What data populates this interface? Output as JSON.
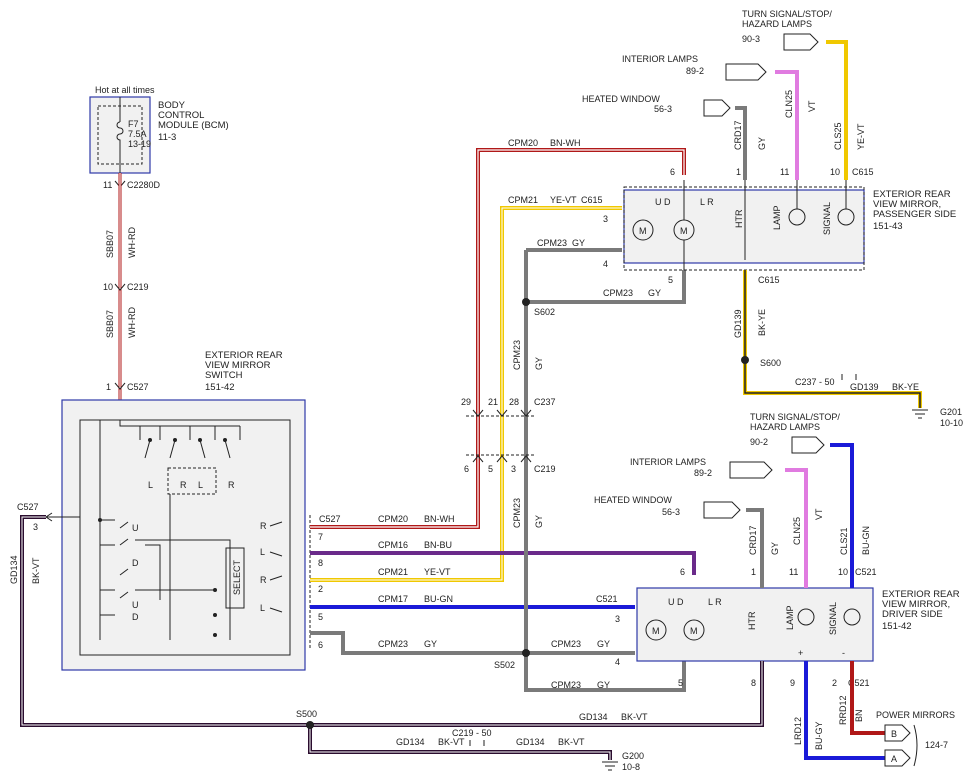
{
  "bcm": {
    "hot_label": "Hot at all times",
    "fuse_id": "F7",
    "fuse_rating": "7.5A",
    "fuse_ref": "13-19",
    "title_line1": "BODY",
    "title_line2": "CONTROL",
    "title_line3": "MODULE (BCM)",
    "title_ref": "11-3",
    "pin": "11",
    "connector": "C2280D"
  },
  "feed": {
    "circuit_a": "SBB07",
    "color_a": "WH-RD",
    "c219_pin": "10",
    "c219": "C219",
    "circuit_b": "SBB07",
    "color_b": "WH-RD",
    "c527_pin": "1",
    "c527": "C527"
  },
  "switch": {
    "title_line1": "EXTERIOR REAR",
    "title_line2": "VIEW MIRROR",
    "title_line3": "SWITCH",
    "title_ref": "151-42",
    "sel_l": "L",
    "sel_r": "R",
    "sel_r2": "R",
    "sel_l2": "L",
    "pos_u": "U",
    "pos_d": "D",
    "pos_u2": "U",
    "pos_d2": "D",
    "select_label": "SELECT",
    "out_r1": "R",
    "out_l1": "L",
    "out_r2": "R",
    "out_l2": "L",
    "left_conn": "C527",
    "left_pin": "3"
  },
  "switch_pins": [
    "7",
    "8",
    "2",
    "5",
    "6"
  ],
  "switch_conn": "C527",
  "wires": {
    "cpm20": "CPM20",
    "cpm20_color": "BN-WH",
    "cpm16": "CPM16",
    "cpm16_color": "BN-BU",
    "cpm21": "CPM21",
    "cpm21_color": "YE-VT",
    "cpm17": "CPM17",
    "cpm17_color": "BU-GN",
    "cpm23": "CPM23",
    "cpm23_color": "GY",
    "cpm23_b": "CPM23",
    "cpm23_b_color": "GY",
    "cpm23_c": "CPM23",
    "cpm23_c_color": "GY",
    "cpm23_d": "CPM23",
    "cpm23_d_color": "GY",
    "cpm23_v1": "CPM23",
    "cpm23_v1_color": "GY",
    "cpm23_v2": "CPM23",
    "cpm23_v2_color": "GY",
    "cpm20_top": "CPM20",
    "cpm20_top_color": "BN-WH",
    "cpm21_top": "CPM21",
    "cpm21_top_color": "YE-VT",
    "cpm21_top_conn": "C615",
    "cpm23_top": "CPM23",
    "cpm23_top_color": "GY",
    "cpm23_low": "CPM23",
    "cpm23_low_color": "GY",
    "cpm23_drv": "CPM23",
    "cpm23_drv_color": "GY",
    "cpm23_drv2": "CPM23",
    "cpm23_drv2_color": "GY"
  },
  "splices": {
    "s602": "S602",
    "s502": "S502",
    "s600": "S600",
    "s500": "S500"
  },
  "c237": {
    "pins": [
      "29",
      "21",
      "28"
    ],
    "label": "C237",
    "c219_pins": [
      "6",
      "5",
      "3"
    ],
    "c219_label": "C219"
  },
  "passenger": {
    "title_line1": "EXTERIOR REAR",
    "title_line2": "VIEW MIRROR,",
    "title_line3": "PASSENGER SIDE",
    "title_ref": "151-43",
    "ud": "U D",
    "lr": "L R",
    "htr": "HTR",
    "lamp": "LAMP",
    "signal": "SIGNAL",
    "c615": "C615",
    "pin6": "6",
    "pin3": "3",
    "pin4": "4",
    "pin5": "5",
    "pin1": "1",
    "pin11": "11",
    "pin10": "10",
    "conn_top": "C615",
    "conn_bottom": "C615",
    "heated_window": "HEATED WINDOW",
    "heated_ref": "56-3",
    "crd17": "CRD17",
    "crd17_color": "GY",
    "interior_lamps": "INTERIOR LAMPS",
    "interior_ref": "89-2",
    "cln25": "CLN25",
    "cln25_color": "VT",
    "turn_line1": "TURN SIGNAL/STOP/",
    "turn_line2": "HAZARD LAMPS",
    "turn_ref": "90-3",
    "cls25": "CLS25",
    "cls25_color": "YE-VT",
    "gd139": "GD139",
    "gd139_color": "BK-YE"
  },
  "ground_g201": {
    "c237": "C237 - 50",
    "wire": "GD139",
    "color": "BK-YE",
    "label": "G201",
    "ref": "10-10"
  },
  "driver": {
    "title_line1": "EXTERIOR REAR",
    "title_line2": "VIEW MIRROR,",
    "title_line3": "DRIVER SIDE",
    "title_ref": "151-42",
    "ud": "U D",
    "lr": "L R",
    "htr": "HTR",
    "lamp": "LAMP",
    "signal": "SIGNAL",
    "pin6": "6",
    "pin3": "3",
    "pin4": "4",
    "pin5": "5",
    "pin1": "1",
    "pin11": "11",
    "pin10": "10",
    "pin8": "8",
    "pin9": "9",
    "pin2": "2",
    "c521_top": "C521",
    "c521_left": "C521",
    "c521_bottom": "C521",
    "heated_window": "HEATED WINDOW",
    "heated_ref": "56-3",
    "crd17": "CRD17",
    "crd17_color": "GY",
    "interior_lamps": "INTERIOR LAMPS",
    "interior_ref": "89-2",
    "cln25": "CLN25",
    "cln25_color": "VT",
    "turn_line1": "TURN SIGNAL/STOP/",
    "turn_line2": "HAZARD LAMPS",
    "turn_ref": "90-2",
    "cls21": "CLS21",
    "cls21_color": "BU-GN",
    "plus": "+",
    "minus": "-",
    "lrd12": "LRD12",
    "lrd12_color": "BU-GY",
    "rrd12": "RRD12",
    "rrd12_color": "BN"
  },
  "power_mirrors": {
    "label": "POWER MIRRORS",
    "b": "B",
    "a": "A",
    "ref": "124-7"
  },
  "ground_g200": {
    "gd134_left": "GD134",
    "gd134_left_color": "BK-VT",
    "gd134_upper": "GD134",
    "gd134_upper_color": "BK-VT",
    "g_left_a": "GD134",
    "g_left_a_color": "BK-VT",
    "c219": "C219 - 50",
    "g_right": "GD134",
    "g_right_color": "BK-VT",
    "label": "G200",
    "ref": "10-8"
  },
  "colors": {
    "box_outline": "#2e3aa8",
    "bn_wh": "#b01818",
    "ye": "#f0c800",
    "gy": "#7a7a7a",
    "vt": "#e07be0",
    "blue": "#1a1ad8",
    "purple": "#6a2a8a",
    "bk_vt": "#2a0c2e"
  }
}
